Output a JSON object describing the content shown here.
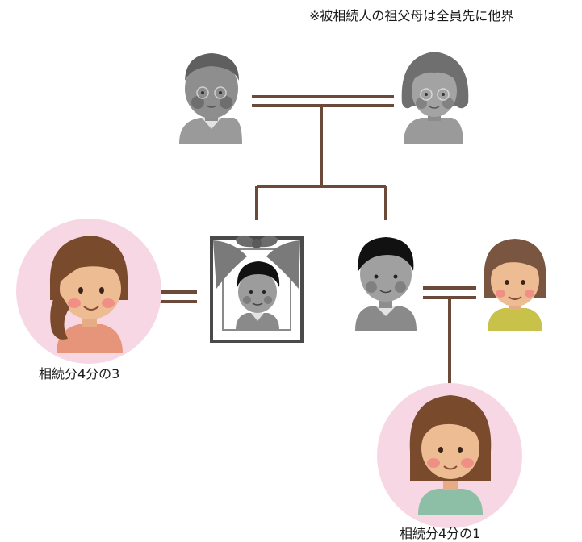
{
  "note": "※被相続人の祖父母は全員先に他界",
  "people": {
    "grandfather": {
      "icon": "elderly-man-icon",
      "color": "#888888"
    },
    "grandmother": {
      "icon": "elderly-woman-icon",
      "color": "#9a9a9a"
    },
    "deceased": {
      "icon": "memorial-portrait-icon",
      "color": "#8a8a8a"
    },
    "spouse": {
      "icon": "woman-icon",
      "share": "相続分4分の3",
      "highlight": "#f6d7e3"
    },
    "sibling": {
      "icon": "man-icon",
      "color": "#8a8a8a"
    },
    "sibling_spouse": {
      "icon": "woman-icon"
    },
    "child": {
      "icon": "girl-icon",
      "share": "相続分4分の1",
      "highlight": "#f6d7e3"
    }
  },
  "colors": {
    "line": "#6b4a3a",
    "skin": "#e8b189",
    "hair": "#7a4a2c"
  }
}
